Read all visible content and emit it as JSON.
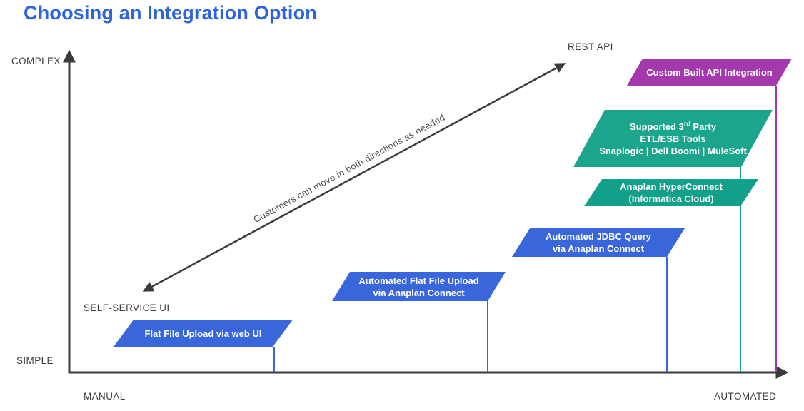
{
  "title": "Choosing an Integration Option",
  "colors": {
    "title_blue": "#2D63DB",
    "option_blue": "#3A66DC",
    "option_teal": "#1AA58C",
    "option_teal_dark": "#12A08B",
    "option_purple": "#A339AC",
    "axis_gray": "#3B3B3B",
    "label_gray": "#3E3E3E"
  },
  "axes": {
    "y_top_label": "COMPLEX",
    "y_bottom_label": "SIMPLE",
    "x_left_label": "MANUAL",
    "x_right_label": "AUTOMATED"
  },
  "move_arrow": {
    "lower_label": "SELF-SERVICE UI",
    "upper_label": "REST API",
    "caption": "Customers can move in both directions as needed"
  },
  "options": [
    {
      "id": "flat-file-web-ui",
      "color": "blue",
      "line1": "Flat File Upload via web UI"
    },
    {
      "id": "automated-flat-file",
      "color": "blue",
      "line1": "Automated Flat File Upload",
      "line2": "via Anaplan Connect"
    },
    {
      "id": "automated-jdbc",
      "color": "blue",
      "line1": "Automated JDBC Query",
      "line2": "via Anaplan Connect"
    },
    {
      "id": "hyperconnect",
      "color": "teal",
      "line1": "Anaplan HyperConnect",
      "line2": "(Informatica Cloud)"
    },
    {
      "id": "supported-3rd-party",
      "color": "teal",
      "line1_pre": "Supported 3",
      "line1_sup": "rd",
      "line1_post": " Party",
      "line2": "ETL/ESB Tools",
      "line3": "Snaplogic | Dell Boomi | MuleSoft"
    },
    {
      "id": "custom-api",
      "color": "purple",
      "line1": "Custom Built API Integration"
    }
  ]
}
